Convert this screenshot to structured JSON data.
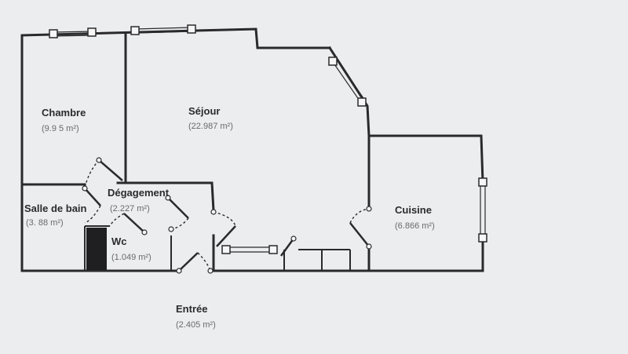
{
  "rooms": {
    "chambre": {
      "name": "Chambre",
      "area": "(9.9 5 m²)"
    },
    "sejour": {
      "name": "Séjour",
      "area": "(22.987 m²)"
    },
    "degagement": {
      "name": "Dégagement",
      "area": "(2.227 m²)"
    },
    "salle_de_bain": {
      "name": "Salle de bain",
      "area": "(3. 88 m²)"
    },
    "wc": {
      "name": "Wc",
      "area": "(1.049 m²)"
    },
    "cuisine": {
      "name": "Cuisine",
      "area": "(6.866 m²)"
    },
    "entree": {
      "name": "Entrée",
      "area": "(2.405 m²)"
    }
  },
  "colors": {
    "background": "#ecedef",
    "wall": "#2a2a2c",
    "label": "#2b2b2d",
    "area_text": "#6a6a6e"
  }
}
